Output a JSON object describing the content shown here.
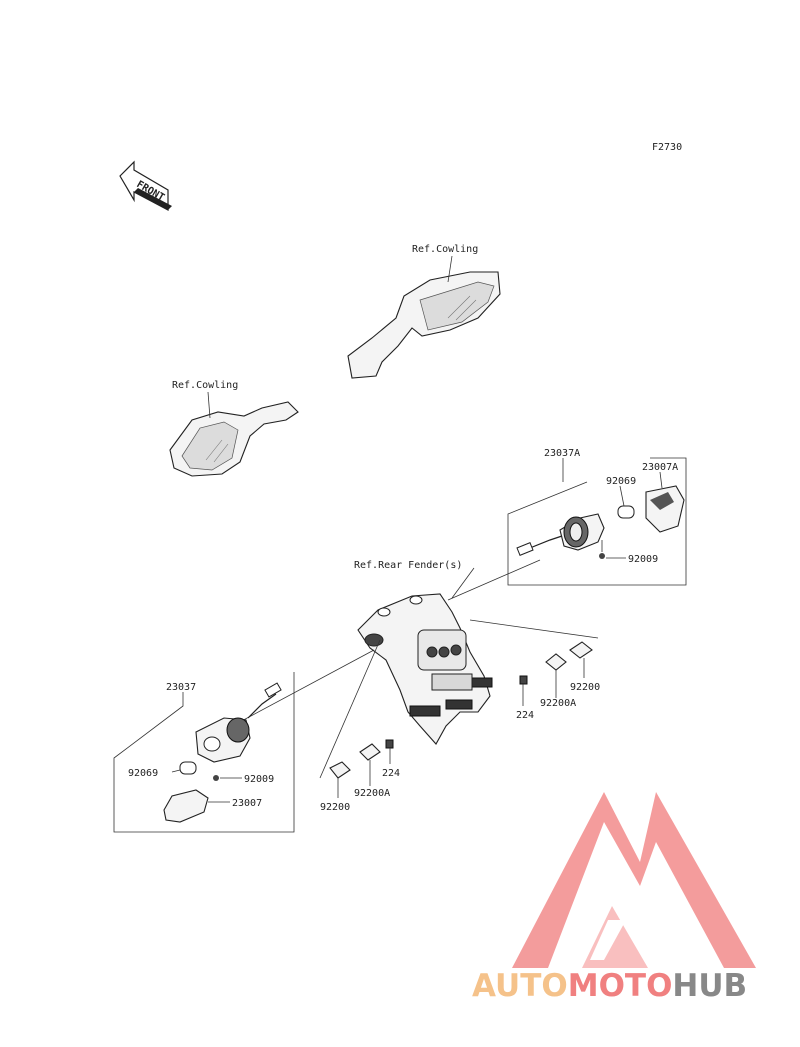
{
  "figure_code": "F2730",
  "front_arrow_label": "FRONT",
  "ref_labels": {
    "mirror_right": "Ref.Cowling",
    "mirror_left": "Ref.Cowling",
    "rear_fender": "Ref.Rear Fender(s)"
  },
  "part_numbers": {
    "right_assembly": "23037A",
    "right_lens": "23007A",
    "right_bulb": "92069",
    "right_screw": "92009",
    "left_assembly": "23037",
    "left_bulb": "92069",
    "left_screw": "92009",
    "left_lens": "23007",
    "right_plate": "92200",
    "right_bracket": "92200A",
    "right_nut": "224",
    "left_nut": "224",
    "left_plate": "92200",
    "left_bracket": "92200A"
  },
  "watermark": {
    "part1": "AUTO",
    "part2": "MOTO",
    "part3": "HUB",
    "color_light": "#f5c28a",
    "color_red": "#f08080",
    "color_gray": "#888888"
  }
}
